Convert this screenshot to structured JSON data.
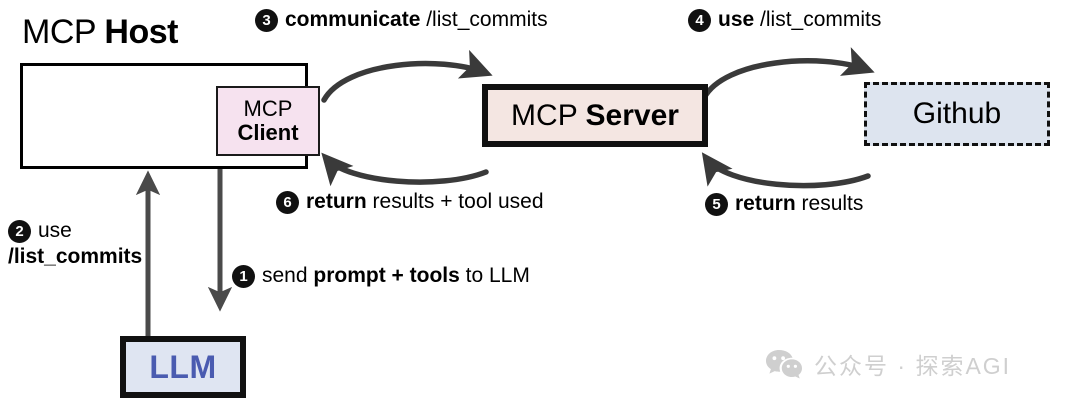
{
  "diagram": {
    "title": "MCP Host / MCP Client / MCP Server / Github / LLM flow",
    "colors": {
      "client_fill": "#f6e2ef",
      "server_fill": "#f4e6e2",
      "github_fill": "#dde4ef",
      "llm_fill": "#dfe5f2",
      "llm_text": "#4a5bb0",
      "stroke": "#111111",
      "arrow": "#3a3a3a",
      "watermark": "#cfcfcf"
    },
    "nodes": {
      "host": {
        "label_regular": "MCP ",
        "label_bold": "Host"
      },
      "client": {
        "line1": "MCP",
        "line2": "Client"
      },
      "server": {
        "label_regular": "MCP ",
        "label_bold": "Server"
      },
      "github": {
        "label": "Github"
      },
      "llm": {
        "label": "LLM"
      }
    },
    "steps": [
      {
        "number": "1",
        "bullet": "❶",
        "parts": [
          {
            "text": "send ",
            "bold": false
          },
          {
            "text": "prompt + tools",
            "bold": true
          },
          {
            "text": " to LLM",
            "bold": false
          }
        ],
        "plain": "send prompt + tools to LLM"
      },
      {
        "number": "2",
        "bullet": "❷",
        "parts": [
          {
            "text": "use",
            "bold": false
          },
          {
            "text": "/list_commits",
            "bold": true
          }
        ],
        "line1": "use",
        "line2": "/list_commits",
        "plain": "use /list_commits"
      },
      {
        "number": "3",
        "bullet": "❸",
        "parts": [
          {
            "text": "communicate ",
            "bold": true
          },
          {
            "text": "/list_commits",
            "bold": false
          }
        ],
        "plain": "communicate /list_commits"
      },
      {
        "number": "4",
        "bullet": "❹",
        "parts": [
          {
            "text": "use ",
            "bold": true
          },
          {
            "text": "/list_commits",
            "bold": false
          }
        ],
        "plain": "use /list_commits"
      },
      {
        "number": "5",
        "bullet": "❺",
        "parts": [
          {
            "text": "return ",
            "bold": true
          },
          {
            "text": "results",
            "bold": false
          }
        ],
        "plain": "return results"
      },
      {
        "number": "6",
        "bullet": "❻",
        "parts": [
          {
            "text": "return ",
            "bold": true
          },
          {
            "text": "results + tool used",
            "bold": false
          }
        ],
        "plain": "return results + tool used"
      }
    ],
    "watermark": {
      "icon": "wechat-icon",
      "text": "公众号 · 探索AGI"
    }
  }
}
